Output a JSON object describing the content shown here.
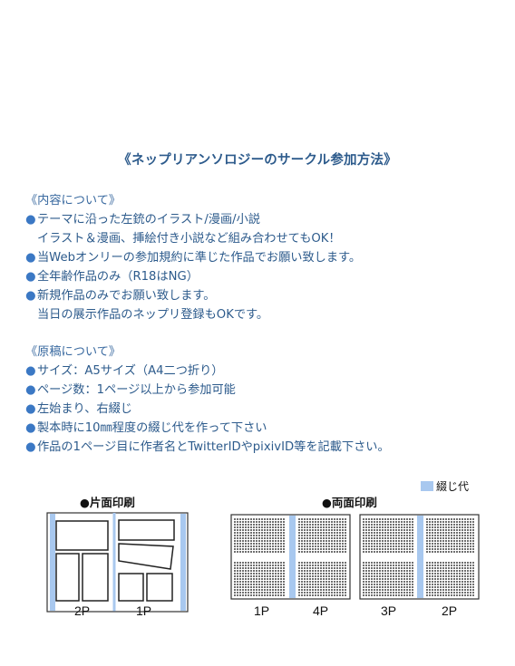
{
  "title": "《ネップリアンソロジーのサークル参加方法》",
  "content_section": {
    "heading": "《内容について》",
    "items": [
      {
        "line1": "テーマに沿った左銃のイラスト/漫画/小説",
        "line2": "イラスト＆漫画、挿絵付き小説など組み合わせてもOK！"
      },
      {
        "line1": "当Webオンリーの参加規約に準じた作品でお願い致します。",
        "line2": ""
      },
      {
        "line1": "全年齢作品のみ（R18はNG）",
        "line2": ""
      },
      {
        "line1": "新規作品のみでお願い致します。",
        "line2": "当日の展示作品のネップリ登録もOKです。"
      }
    ]
  },
  "manuscript_section": {
    "heading": "《原稿について》",
    "items": [
      {
        "line1": "サイズ：A5サイズ（A4二つ折り）"
      },
      {
        "line1": "ページ数：1ページ以上から参加可能"
      },
      {
        "line1": "左始まり、右綴じ"
      },
      {
        "line1": "製本時に10㎜程度の綴じ代を作って下さい"
      },
      {
        "line1": "作品の1ページ目に作者名とTwitterIDやpixivID等を記載下さい。"
      }
    ]
  },
  "bullet_glyph": "●",
  "diagrams": {
    "single_label": "●片面印刷",
    "double_label": "●両面印刷",
    "legend_label": "綴じ代",
    "single_pages": [
      "2P",
      "1P"
    ],
    "double_pages": [
      "1P",
      "4P",
      "3P",
      "2P"
    ]
  },
  "colors": {
    "text": "#2d5b8c",
    "bullet": "#3b78c4",
    "binding_margin": "#a8c8ef"
  }
}
